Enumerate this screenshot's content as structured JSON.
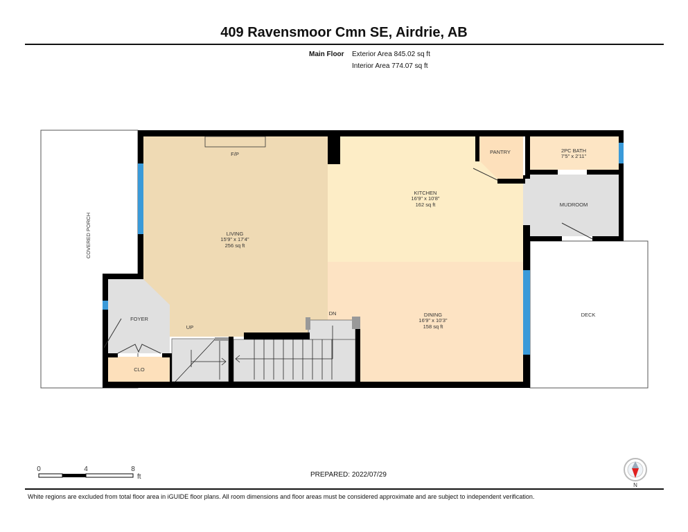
{
  "title": "409 Ravensmoor Cmn SE, Airdrie, AB",
  "floor": {
    "name": "Main Floor",
    "exterior_area": "Exterior Area 845.02 sq ft",
    "interior_area": "Interior Area 774.07 sq ft"
  },
  "rooms": {
    "living": {
      "name": "LIVING",
      "dims": "15'9\" x 17'4\"",
      "area": "256 sq ft"
    },
    "kitchen": {
      "name": "KITCHEN",
      "dims": "16'9\" x 10'8\"",
      "area": "162 sq ft"
    },
    "dining": {
      "name": "DINING",
      "dims": "16'9\" x 10'3\"",
      "area": "158 sq ft"
    },
    "bath": {
      "name": "2PC BATH",
      "dims": "7'5\" x 2'11\""
    },
    "pantry": "PANTRY",
    "mudroom": "MUDROOM",
    "foyer": "FOYER",
    "closet": "CLO",
    "deck": "DECK",
    "porch": "COVERED PORCH",
    "fireplace": "F/P",
    "stairs_up": "UP",
    "stairs_down": "DN"
  },
  "scale": {
    "ticks": [
      "0",
      "4",
      "8"
    ],
    "unit": "ft"
  },
  "compass": "N",
  "prepared": "PREPARED: 2022/07/29",
  "footer": "White regions are excluded from total floor area in iGUIDE floor plans. All room dimensions and floor areas must be considered approximate and are subject to independent verification.",
  "colors": {
    "living": "#efdab4",
    "kitchen": "#fdedc6",
    "dining": "#fde3c3",
    "utility": "#e0e0e0",
    "window": "#3a9ad9",
    "wall": "#000000"
  }
}
